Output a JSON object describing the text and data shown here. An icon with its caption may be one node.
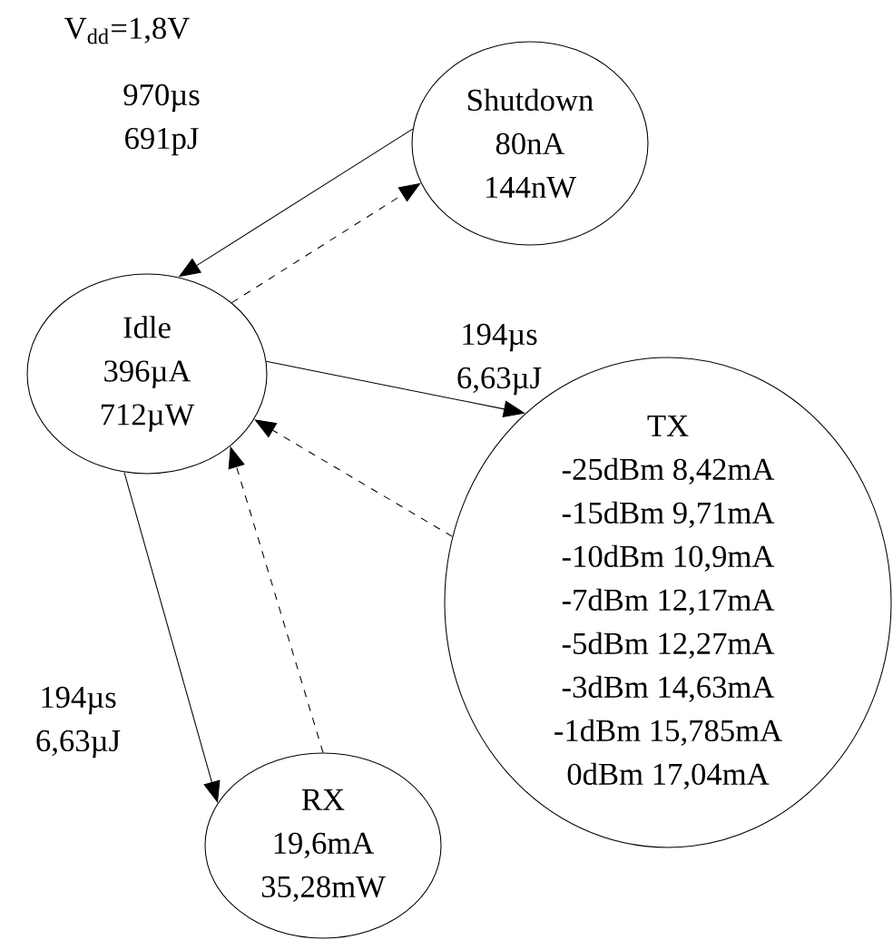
{
  "diagram": {
    "nodes": [
      {
        "text": [
          "Shutdown",
          "80nA",
          "144nW"
        ]
      },
      {
        "text": [
          "Idle",
          "396µA",
          "712µW"
        ]
      },
      {
        "text": [
          "TX",
          "-25dBm 8,42mA",
          "-15dBm 9,71mA",
          "-10dBm 10,9mA",
          "-7dBm 12,17mA",
          "-5dBm 12,27mA",
          "-3dBm 14,63mA",
          "-1dBm 15,785mA",
          "0dBm 17,04mA"
        ]
      },
      {
        "text": [
          "RX",
          "19,6mA",
          "35,28mW"
        ]
      }
    ],
    "edges": [
      {
        "from": 0,
        "to": 1,
        "arrow": "to",
        "label": "970µs 691pJ"
      },
      {
        "from": 1,
        "to": 0,
        "arrow": "to",
        "style": "dashed"
      },
      {
        "from": 1,
        "to": 2,
        "arrow": "to",
        "label": "194µs 6,63µJ"
      },
      {
        "from": 2,
        "to": 1,
        "arrow": "to",
        "style": "dashed"
      },
      {
        "from": 1,
        "to": 3,
        "arrow": "to",
        "label": "194µs 6,63µJ"
      },
      {
        "from": 3,
        "to": 1,
        "arrow": "to",
        "style": "dashed"
      }
    ],
    "labels": [
      "V$_{dd}$=1,8V"
    ]
  }
}
